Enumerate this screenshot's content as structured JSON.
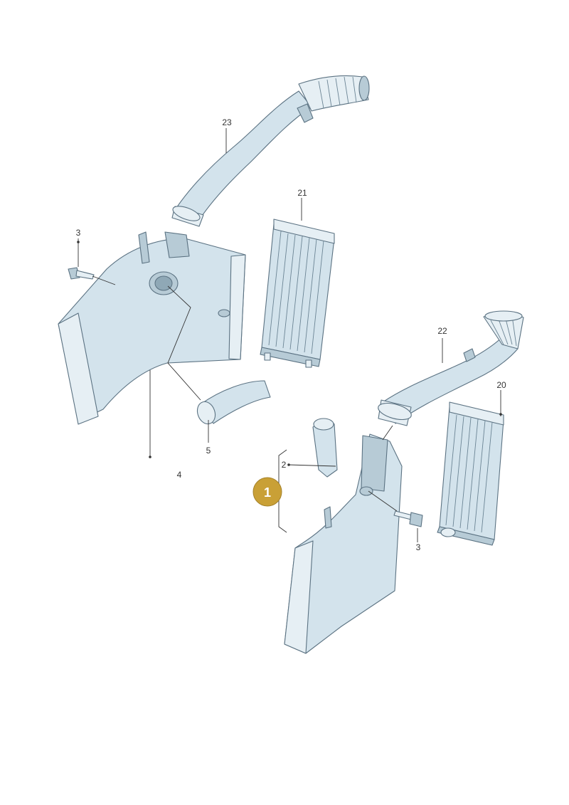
{
  "callouts": {
    "c23": "23",
    "c21": "21",
    "c3a": "3",
    "c5": "5",
    "c4": "4",
    "c22": "22",
    "c20": "20",
    "c2": "2",
    "c3b": "3"
  },
  "badge": {
    "label": "1",
    "color": "#c9a036"
  },
  "colors": {
    "part": "#d3e3ec",
    "outline": "#5b7282",
    "background": "#ffffff"
  }
}
